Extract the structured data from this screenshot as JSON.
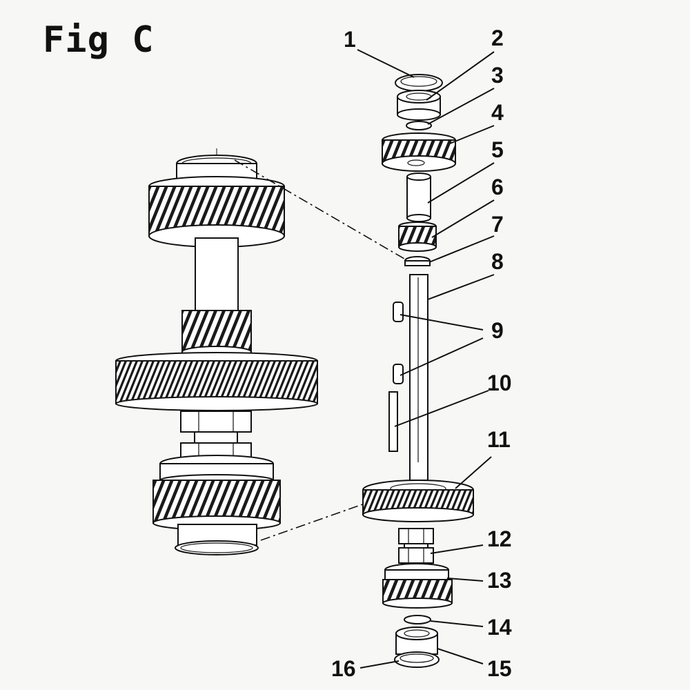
{
  "figure": {
    "title": "Fig C"
  },
  "callouts": [
    {
      "number": "1"
    },
    {
      "number": "2"
    },
    {
      "number": "3"
    },
    {
      "number": "4"
    },
    {
      "number": "5"
    },
    {
      "number": "6"
    },
    {
      "number": "7"
    },
    {
      "number": "8"
    },
    {
      "number": "9"
    },
    {
      "number": "10"
    },
    {
      "number": "11"
    },
    {
      "number": "12"
    },
    {
      "number": "13"
    },
    {
      "number": "14"
    },
    {
      "number": "15"
    },
    {
      "number": "16"
    }
  ]
}
